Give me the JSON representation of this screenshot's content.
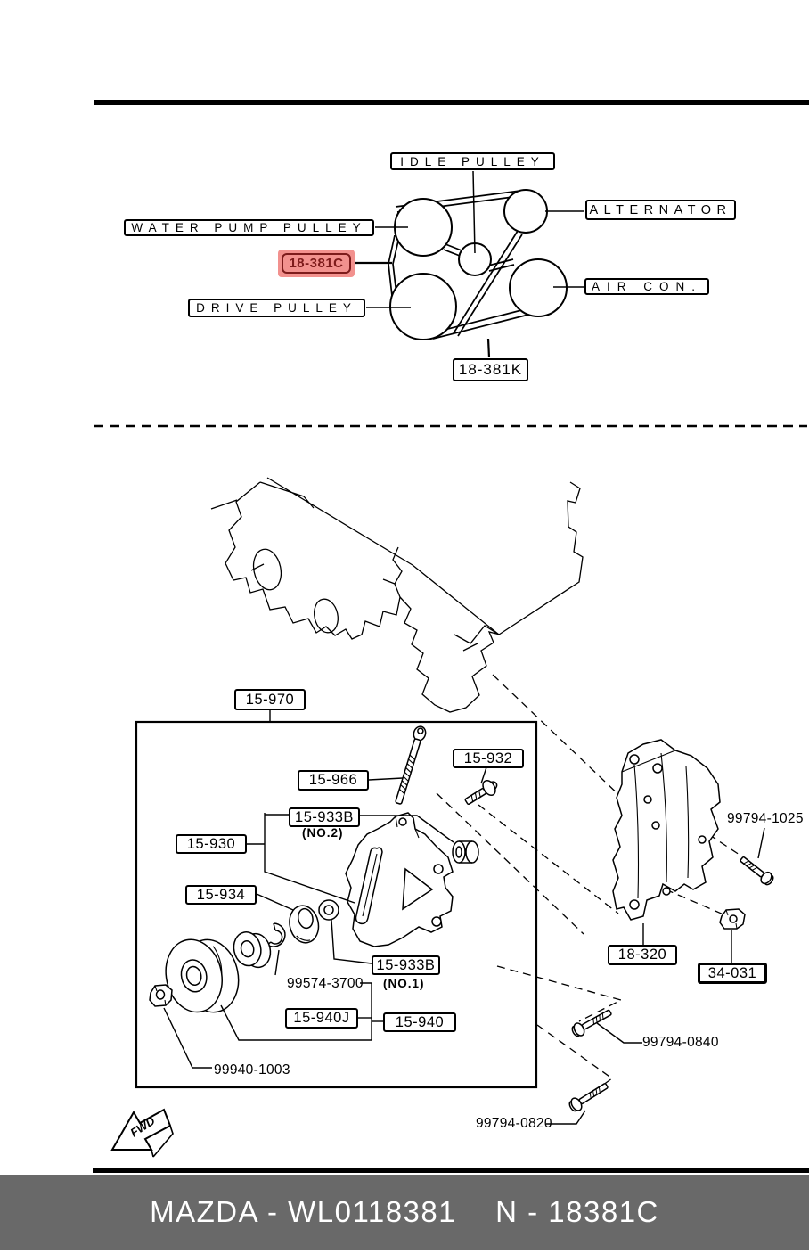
{
  "colors": {
    "highlight_bg": "#f2918e",
    "highlight_fg": "#7d1b1b",
    "footer_bg": "#696969",
    "footer_fg": "#ffffff",
    "ink": "#000000"
  },
  "footer": {
    "left": "MAZDA - WL0118381",
    "right": "N - 18381C"
  },
  "belt": {
    "idle": "IDLE PULLEY",
    "alternator": "ALTERNATOR",
    "water_pump": "WATER PUMP PULLEY",
    "drive": "DRIVE PULLEY",
    "air_con": "AIR CON.",
    "part_c": "18-381C",
    "part_k": "18-381K"
  },
  "parts": {
    "p15_970": "15-970",
    "p15_966": "15-966",
    "p15_932": "15-932",
    "p15_933b": "15-933B",
    "no2": "(NO.2)",
    "no1": "(NO.1)",
    "p15_930": "15-930",
    "p15_934": "15-934",
    "p99574_3700": "99574-3700",
    "p15_940j": "15-940J",
    "p15_940": "15-940",
    "p99940_1003": "99940-1003",
    "p18_320": "18-320",
    "p34_031": "34-031",
    "p99794_1025": "99794-1025",
    "p99794_0840": "99794-0840",
    "p99794_0820": "99794-0820",
    "fwd": "FWD"
  }
}
